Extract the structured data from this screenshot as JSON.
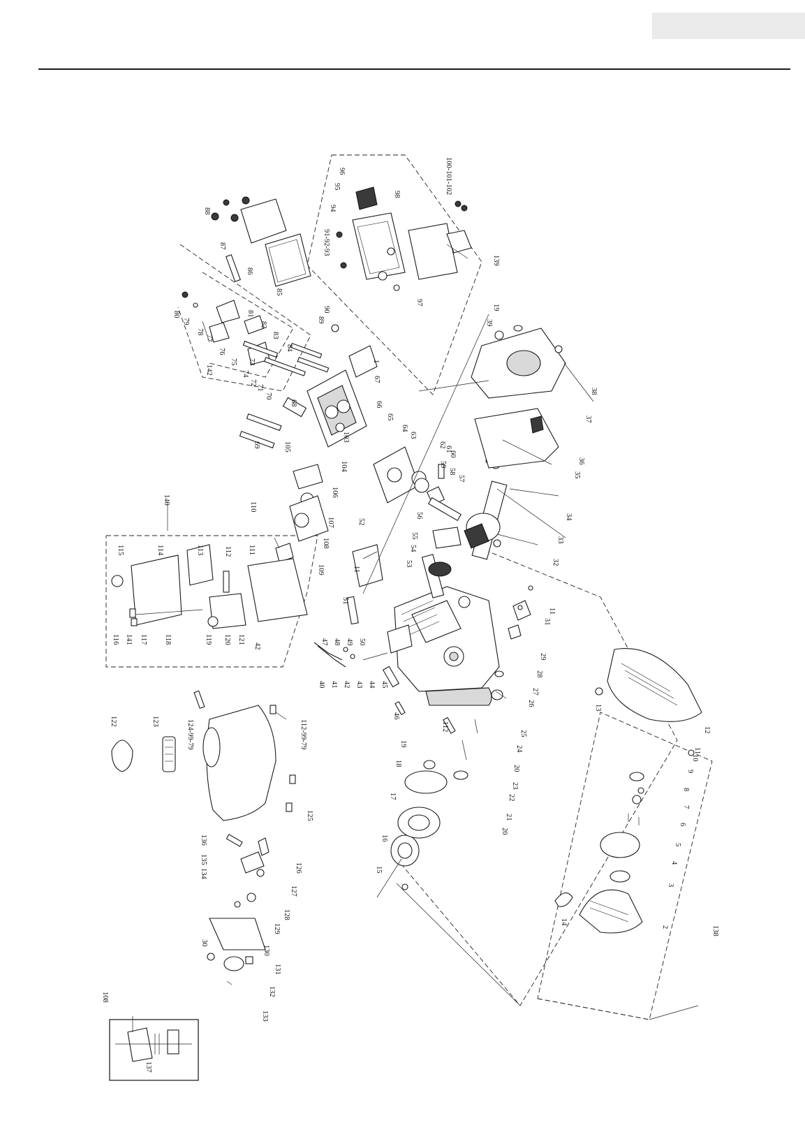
{
  "header": {
    "page_tab_text": ""
  },
  "labels": {
    "p1": "1",
    "p2": "2",
    "p3": "3",
    "p4": "4",
    "p5": "5",
    "p6": "6",
    "p7": "7",
    "p8": "8",
    "p9": "9",
    "p10": "10",
    "p11a": "11",
    "p11b": "11",
    "p11c": "11",
    "p12": "12",
    "p13": "13",
    "p14": "14",
    "p15": "15",
    "p16": "16",
    "p17": "17",
    "p18": "18",
    "p19a": "19",
    "p19b": "19",
    "p20a": "20",
    "p20b": "20",
    "p21": "21",
    "p22": "22",
    "p23": "23",
    "p24": "24",
    "p25": "25",
    "p26": "26",
    "p27": "27",
    "p28": "28",
    "p29": "29",
    "p30": "30",
    "p31": "31",
    "p32": "32",
    "p33": "33",
    "p34": "34",
    "p35": "35",
    "p36": "36",
    "p37": "37",
    "p38": "38",
    "p39": "39",
    "p40": "40",
    "p41": "41",
    "p42a": "42",
    "p42b": "42",
    "p43": "43",
    "p44": "44",
    "p45": "45",
    "p46": "46",
    "p47": "47",
    "p48": "48",
    "p49": "49",
    "p50": "50",
    "p51": "51",
    "p52": "52",
    "p53": "53",
    "p54a": "54",
    "p55a": "55",
    "p56": "56",
    "p57": "57",
    "p58": "58",
    "p59": "59",
    "p60": "60",
    "p61": "61",
    "p62": "62",
    "p63": "63",
    "p64": "64",
    "p65": "65",
    "p66": "66",
    "p67": "67",
    "p68": "68",
    "p69": "69",
    "p70": "70",
    "p71": "71",
    "p72": "72",
    "p73": "73",
    "p74": "74",
    "p75": "75",
    "p76": "76",
    "p77": "77",
    "p78": "78",
    "p79": "79",
    "p80": "80",
    "p81": "81",
    "p82": "82",
    "p83": "83",
    "p84": "84",
    "p85": "85",
    "p86": "86",
    "p87": "87",
    "p88": "88",
    "p89": "89",
    "p90": "90",
    "p91": "91-92-93",
    "p94": "94",
    "p95": "95",
    "p96": "96",
    "p97": "97",
    "p98": "98",
    "p100": "100-101-102",
    "p103": "103",
    "p104": "104",
    "p105": "105",
    "p106": "106",
    "p107": "107",
    "p108a": "108",
    "p108b": "108",
    "p109": "109",
    "p110": "110",
    "p111": "111",
    "p112a": "112",
    "p112b": "112",
    "p113": "113",
    "p114": "114",
    "p115": "115",
    "p116": "116",
    "p117": "117",
    "p118": "118",
    "p119": "119",
    "p120": "120",
    "p121": "121",
    "p122": "122",
    "p123": "123",
    "p124": "124-99-79",
    "p112c": "112-99-79",
    "p125": "125",
    "p126": "126",
    "p127": "127",
    "p128": "128",
    "p129": "129",
    "p130": "130",
    "p131": "131",
    "p132": "132",
    "p133": "133",
    "p134": "134",
    "p135": "135",
    "p136": "136",
    "p137": "137",
    "p138": "138",
    "p139": "139",
    "p140": "140",
    "p141": "141",
    "p142": "142"
  }
}
